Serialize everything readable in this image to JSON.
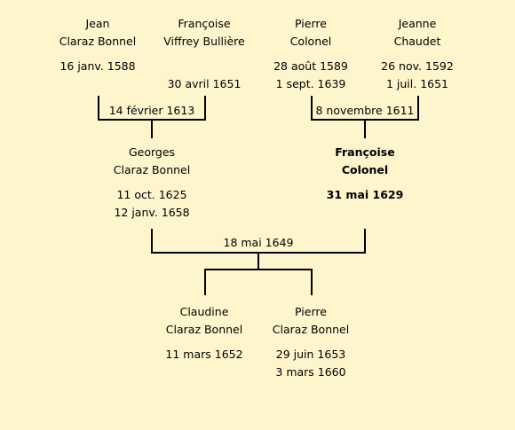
{
  "grandparents_paternal": {
    "father": {
      "first": "Jean",
      "last": "Claraz Bonnel",
      "birth": "16 janv. 1588",
      "death": ""
    },
    "mother": {
      "first": "Françoise",
      "last": "Viffrey Bullière",
      "birth": "",
      "death": "30 avril 1651"
    },
    "marriage": "14 février 1613"
  },
  "grandparents_maternal": {
    "father": {
      "first": "Pierre",
      "last": "Colonel",
      "birth": "28 août 1589",
      "death": "1 sept. 1639"
    },
    "mother": {
      "first": "Jeanne",
      "last": "Chaudet",
      "birth": "26 nov. 1592",
      "death": "1 juil. 1651"
    },
    "marriage": "8 novembre 1611"
  },
  "parents": {
    "father": {
      "first": "Georges",
      "last": "Claraz Bonnel",
      "birth": "11 oct. 1625",
      "death": "12 janv. 1658"
    },
    "mother": {
      "first": "Françoise",
      "last": "Colonel",
      "birth": "31 mai 1629",
      "death": ""
    },
    "marriage": "18 mai 1649"
  },
  "children": [
    {
      "first": "Claudine",
      "last": "Claraz Bonnel",
      "birth": "11 mars 1652",
      "death": ""
    },
    {
      "first": "Pierre",
      "last": "Claraz Bonnel",
      "birth": "29 juin 1653",
      "death": "3 mars 1660"
    }
  ]
}
